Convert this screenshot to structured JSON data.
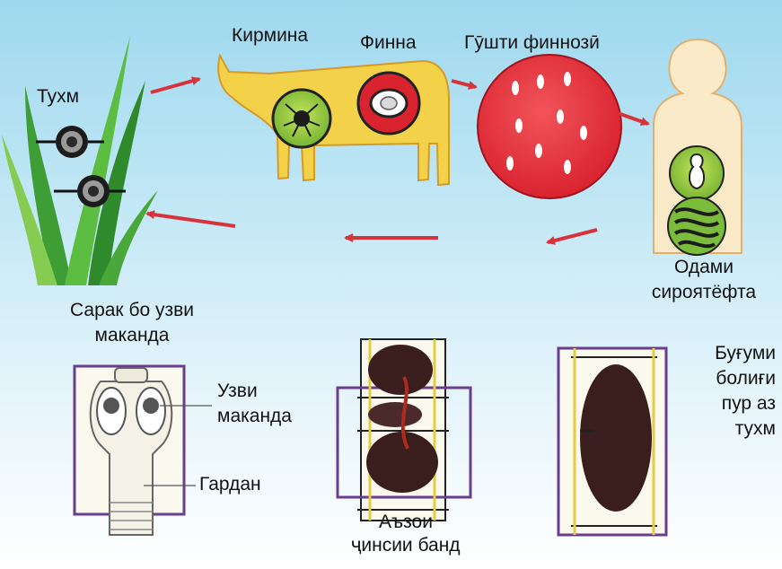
{
  "labels": {
    "egg": "Тухм",
    "host_animal": "Кирмина",
    "finna": "Финна",
    "infected_meat": "Гӯшти финнозӣ",
    "human_line1": "Одами",
    "human_line2": "сироятёфта",
    "head_line1": "Сарак бо узви",
    "head_line2": "маканда",
    "sucker_line1": "Узви",
    "sucker_line2": "маканда",
    "neck": "Гардан",
    "repro_line1": "Аъзои",
    "repro_line2": "ҷинсии банд",
    "segment_line1": "Буғуми",
    "segment_line2": "болиғи",
    "segment_line3": "пур аз",
    "segment_line4": "тухм"
  },
  "colors": {
    "arrow": "#d8323a",
    "frame": "#6a3d8f",
    "meat": "#e8323c",
    "cow": "#f3d24a",
    "grass": "#4fae3a"
  }
}
